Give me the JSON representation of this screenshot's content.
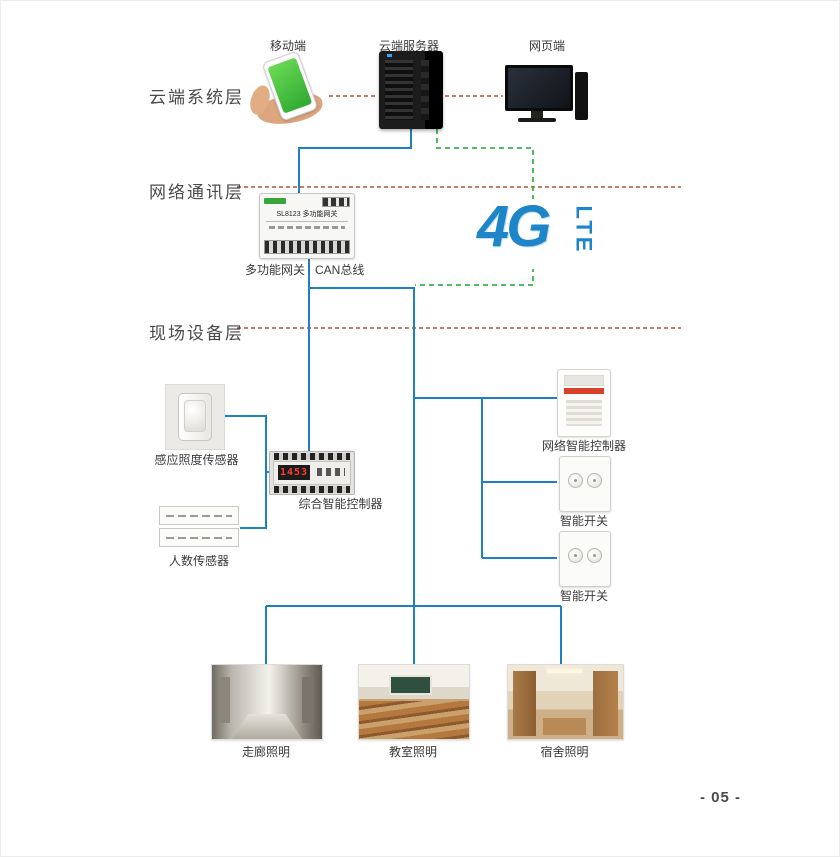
{
  "page": {
    "number": "- 05 -"
  },
  "layers": {
    "cloud": "云端系统层",
    "network": "网络通讯层",
    "field": "现场设备层"
  },
  "cloud": {
    "mobile_label": "移动端",
    "server_label": "云端服务器",
    "web_label": "网页端"
  },
  "network": {
    "gateway_label": "多功能网关",
    "bus_label": "CAN总线",
    "gateway_device_title": "SL8123 多功能网关",
    "lte_big": "4G",
    "lte_small": "LTE"
  },
  "field": {
    "lux_sensor_label": "感应照度传感器",
    "controller_label": "综合智能控制器",
    "controller_display": "1453",
    "people_sensor_label": "人数传感器",
    "net_controller_label": "网络智能控制器",
    "switch1_label": "智能开关",
    "switch2_label": "智能开关"
  },
  "scenes": {
    "corridor_label": "走廊照明",
    "classroom_label": "教室照明",
    "dorm_label": "宿舍照明"
  },
  "colors": {
    "line_blue": "#1c80c2",
    "line_green": "#3cb44a",
    "line_dashed_red": "#b5502f",
    "lte_blue": "#1e86c8"
  }
}
